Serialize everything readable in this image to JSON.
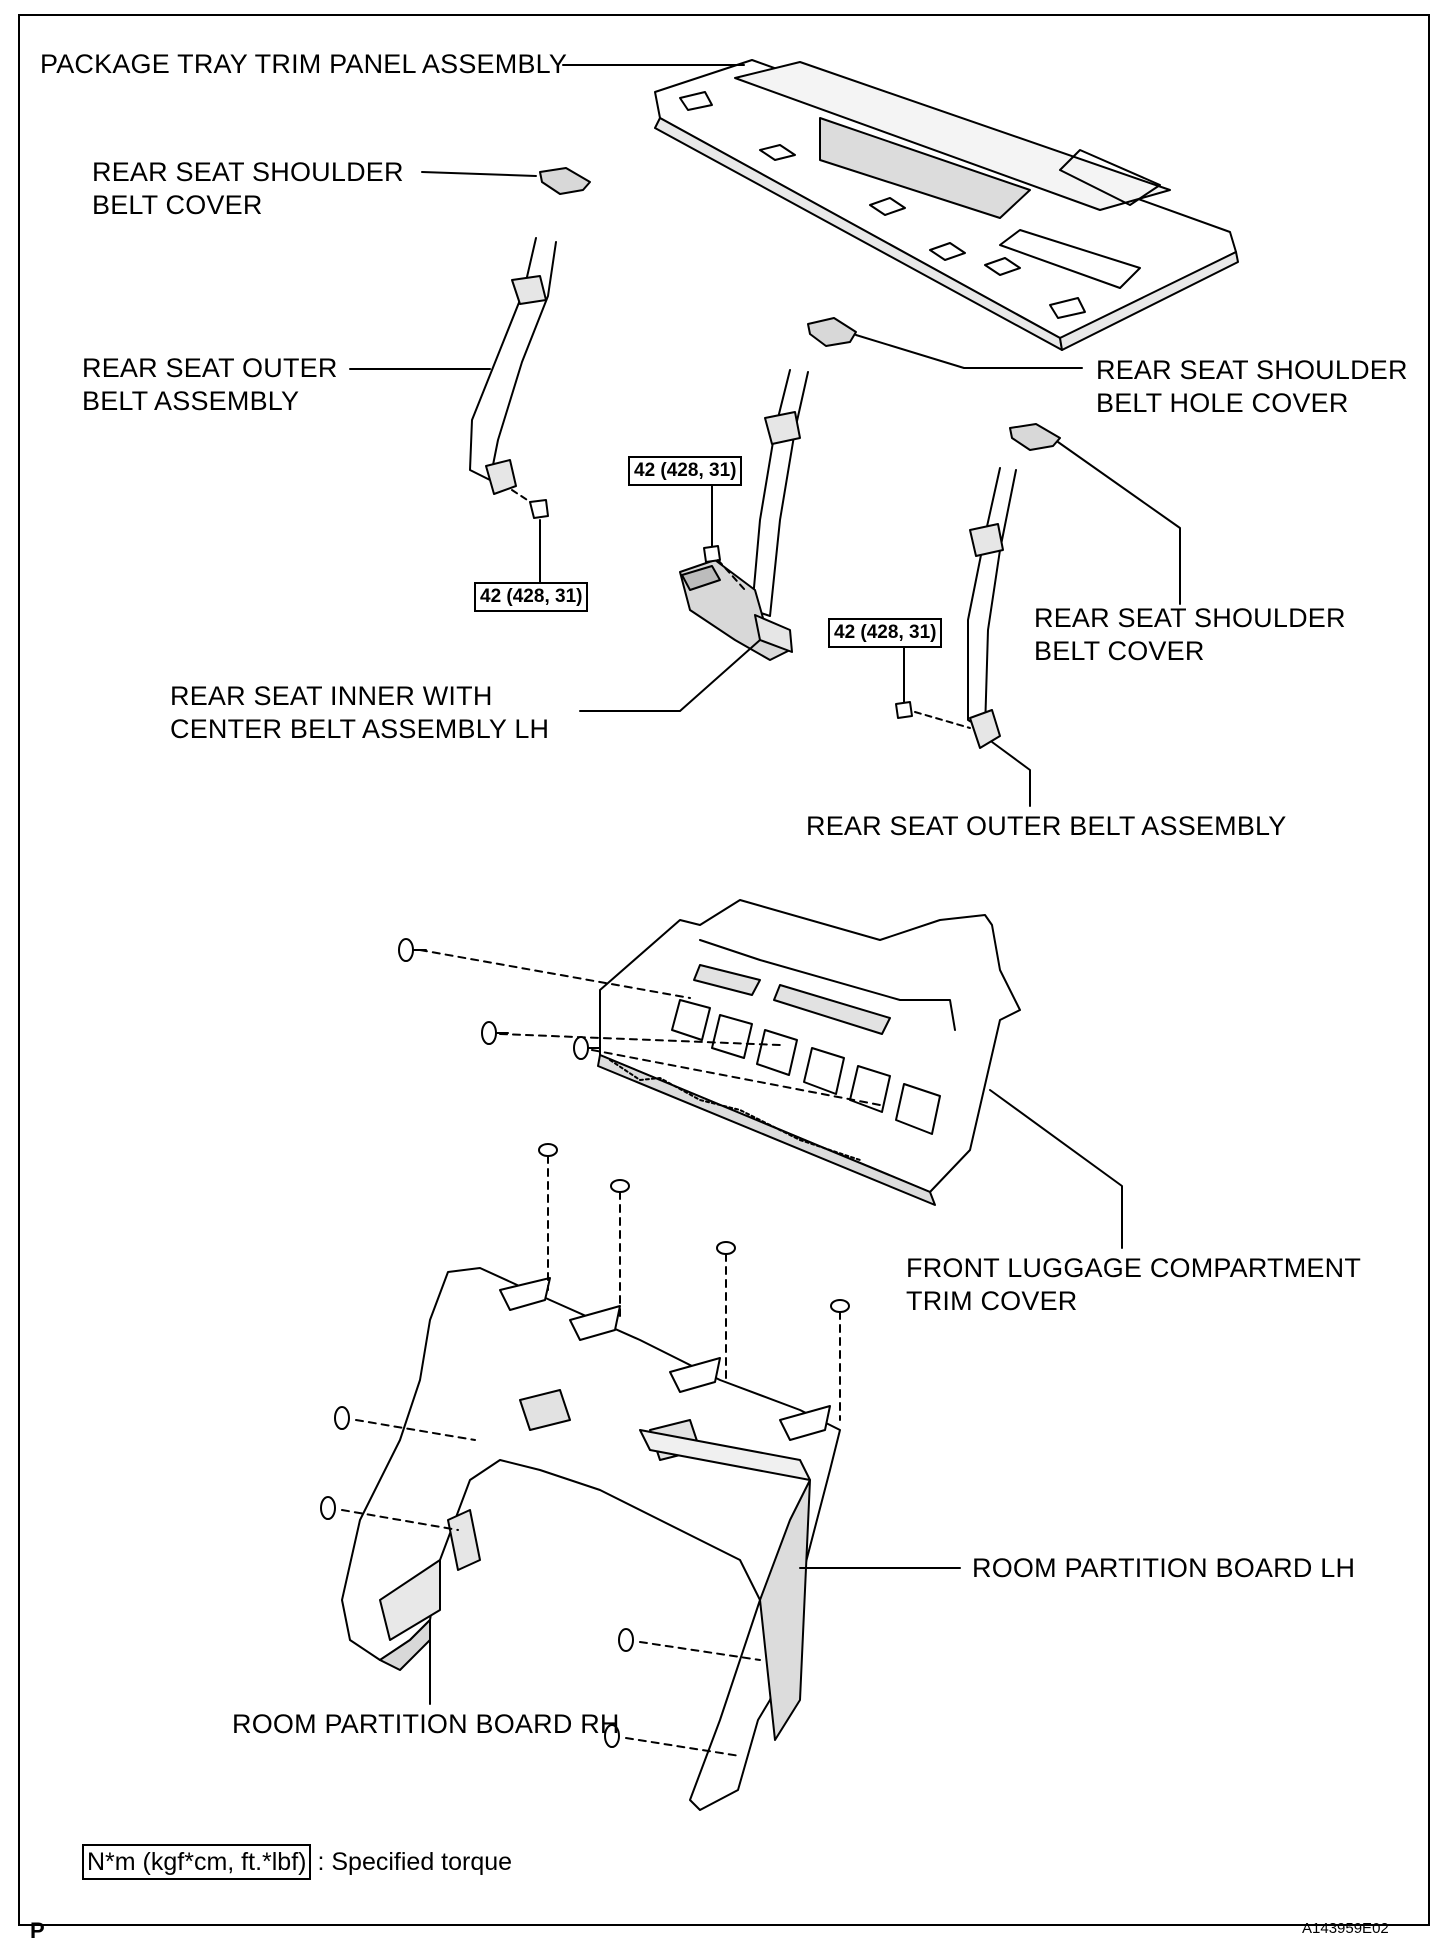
{
  "labels": {
    "package_tray": "PACKAGE TRAY TRIM PANEL ASSEMBLY",
    "shoulder_belt_cover_left": "REAR SEAT SHOULDER\nBELT COVER",
    "outer_belt_left": "REAR SEAT OUTER\nBELT ASSEMBLY",
    "shoulder_belt_hole_cover": "REAR SEAT SHOULDER\nBELT HOLE COVER",
    "shoulder_belt_cover_right": "REAR SEAT SHOULDER\nBELT COVER",
    "inner_center_belt": "REAR SEAT INNER WITH\nCENTER BELT ASSEMBLY LH",
    "outer_belt_right": "REAR SEAT OUTER BELT ASSEMBLY",
    "front_luggage_cover": "FRONT LUGGAGE COMPARTMENT\nTRIM COVER",
    "partition_lh": "ROOM PARTITION BOARD LH",
    "partition_rh": "ROOM PARTITION BOARD RH"
  },
  "torques": {
    "outer_left": "42 (428, 31)",
    "inner_center": "42 (428, 31)",
    "outer_right": "42 (428, 31)"
  },
  "legend": {
    "unit": "N*m (kgf*cm, ft.*lbf)",
    "text": ": Specified torque"
  },
  "corner_mark": "P",
  "figure_code": "A143959E02"
}
